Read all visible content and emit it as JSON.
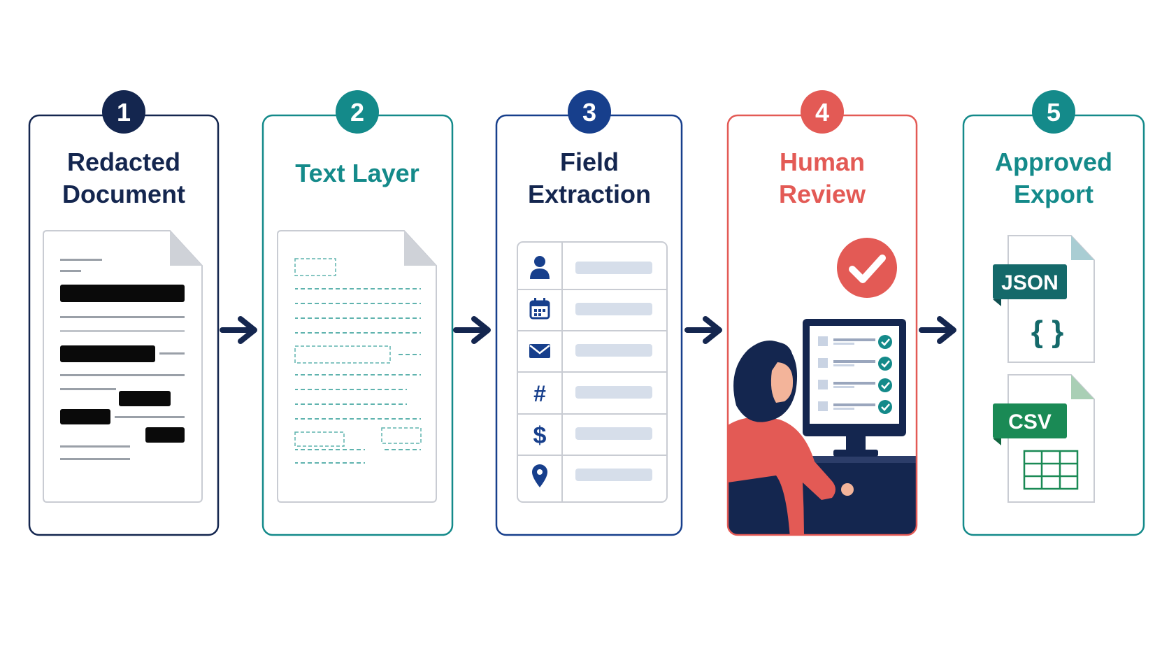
{
  "colors": {
    "navy": "#14264f",
    "teal": "#148a8a",
    "blue": "#173f8c",
    "coral": "#e35a55",
    "green": "#1a8a55",
    "light_gray": "#c9ccd3"
  },
  "steps": [
    {
      "number": "1",
      "title_lines": [
        "Redacted",
        "Document"
      ]
    },
    {
      "number": "2",
      "title_lines": [
        "Text Layer"
      ]
    },
    {
      "number": "3",
      "title_lines": [
        "Field",
        "Extraction"
      ]
    },
    {
      "number": "4",
      "title_lines": [
        "Human",
        "Review"
      ]
    },
    {
      "number": "5",
      "title_lines": [
        "Approved",
        "Export"
      ]
    }
  ],
  "field_icons": [
    "person-icon",
    "calendar-icon",
    "envelope-icon",
    "hash-icon",
    "dollar-icon",
    "location-pin-icon"
  ],
  "field_glyphs": {
    "hash": "#",
    "dollar": "$"
  },
  "export": {
    "json_label": "JSON",
    "json_braces": "{ }",
    "csv_label": "CSV"
  }
}
